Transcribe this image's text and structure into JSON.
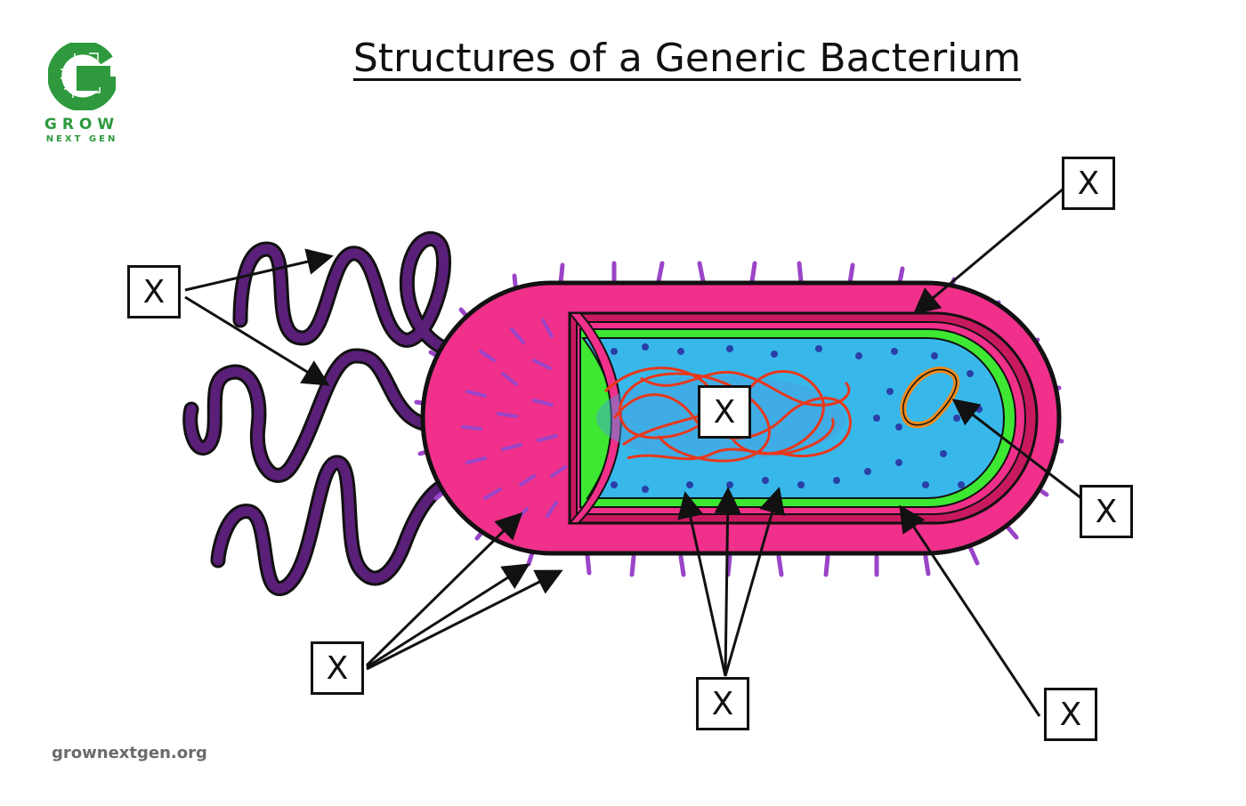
{
  "title": "Structures of a Generic Bacterium",
  "logo": {
    "word": "GROW",
    "sub": "NEXT GEN"
  },
  "footer": "grownextgen.org",
  "labels": {
    "flagella": "X",
    "capsule": "X",
    "nucleoid": "X",
    "plasmid": "X",
    "cell_membrane": "X",
    "ribosomes": "X",
    "pili": "X"
  },
  "colors": {
    "capsule": "#f0308a",
    "cell_wall": "#c8195f",
    "membrane": "#3ee832",
    "cytoplasm": "#38b8ea",
    "dna": "#e8381c",
    "flagella": "#5a1f78",
    "pili": "#9a45c8",
    "ribosome": "#2a3fa8",
    "plasmid": "#f08a1c",
    "logo": "#2e9a3d"
  }
}
